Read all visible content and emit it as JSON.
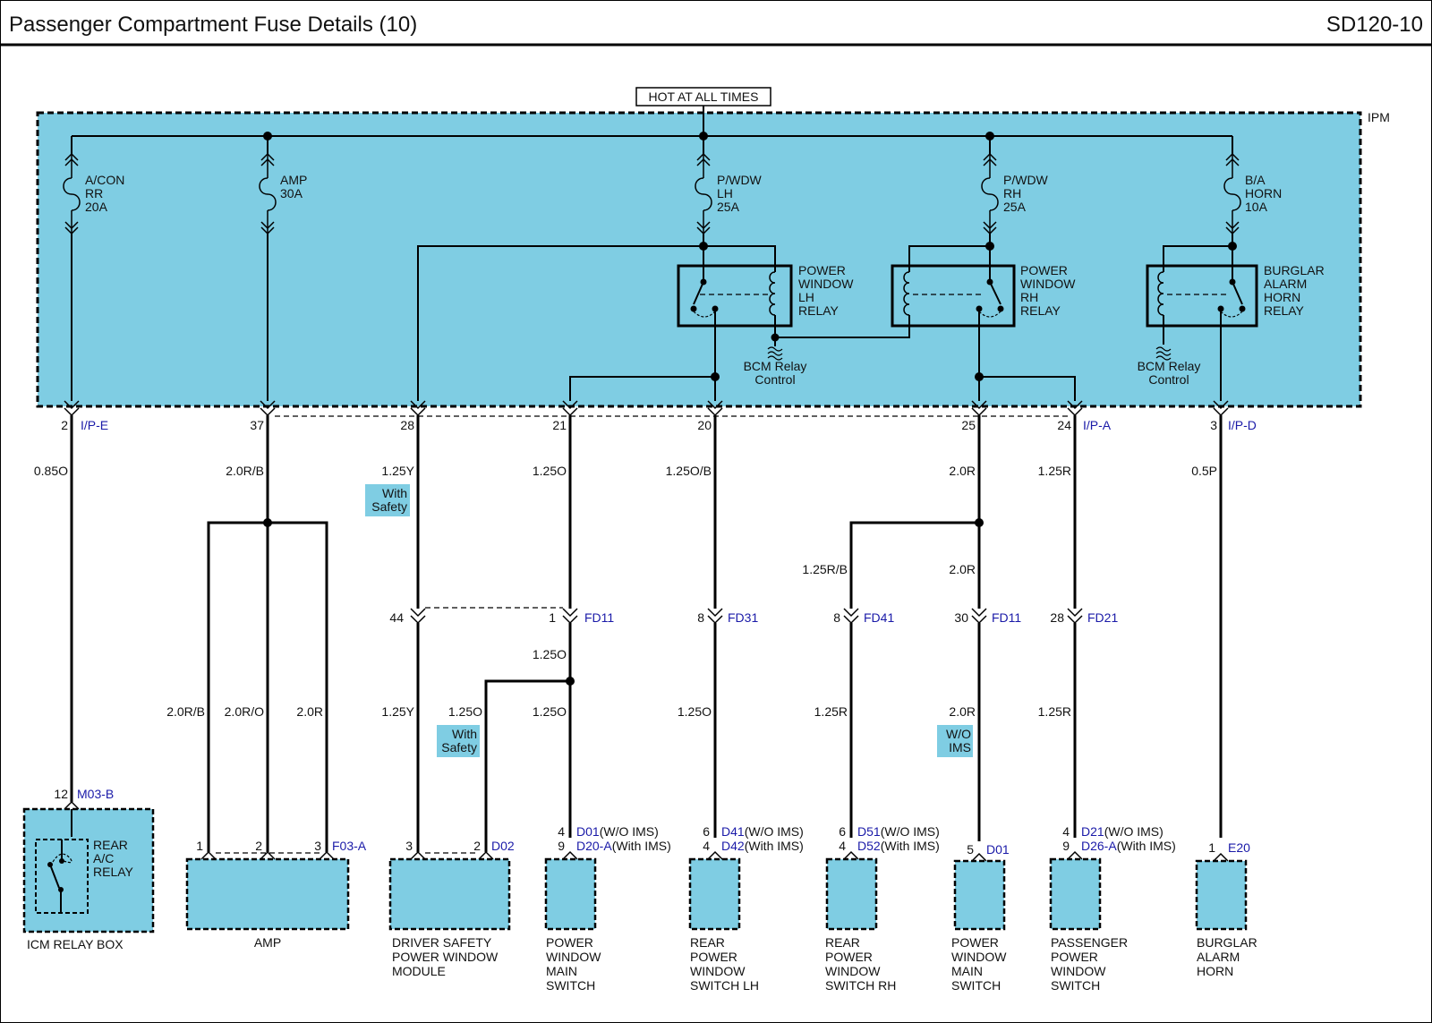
{
  "header": {
    "title": "Passenger Compartment Fuse Details (10)",
    "code": "SD120-10"
  },
  "power_source": "HOT AT ALL TIMES",
  "ipm_label": "IPM",
  "fuses": [
    {
      "l1": "A/CON",
      "l2": "RR",
      "l3": "20A"
    },
    {
      "l1": "AMP",
      "l2": "30A",
      "l3": ""
    },
    {
      "l1": "P/WDW",
      "l2": "LH",
      "l3": "25A"
    },
    {
      "l1": "P/WDW",
      "l2": "RH",
      "l3": "25A"
    },
    {
      "l1": "B/A",
      "l2": "HORN",
      "l3": "10A"
    }
  ],
  "relays": [
    {
      "l1": "POWER",
      "l2": "WINDOW",
      "l3": "LH",
      "l4": "RELAY"
    },
    {
      "l1": "POWER",
      "l2": "WINDOW",
      "l3": "RH",
      "l4": "RELAY"
    },
    {
      "l1": "BURGLAR",
      "l2": "ALARM",
      "l3": "HORN",
      "l4": "RELAY"
    }
  ],
  "bcm": {
    "l1": "BCM Relay",
    "l2": "Control"
  },
  "ipm_pins": [
    "2",
    "37",
    "28",
    "21",
    "20",
    "25",
    "24",
    "3"
  ],
  "ipm_connectors": [
    "I/P-E",
    "I/P-A",
    "I/P-D"
  ],
  "wires_upper": [
    "0.85O",
    "2.0R/B",
    "1.25Y",
    "1.25O",
    "1.25O/B",
    "2.0R",
    "1.25R",
    "0.5P"
  ],
  "notes": {
    "with_l1": "With",
    "with_l2": "Safety",
    "wo_l1": "W/O",
    "wo_l2": "IMS"
  },
  "mid_wires": {
    "rb": "1.25R/B",
    "r": "2.0R"
  },
  "fd_connectors": [
    {
      "pin": "44",
      "name": ""
    },
    {
      "pin": "1",
      "name": "FD11"
    },
    {
      "pin": "8",
      "name": "FD31"
    },
    {
      "pin": "8",
      "name": "FD41"
    },
    {
      "pin": "30",
      "name": "FD11"
    },
    {
      "pin": "28",
      "name": "FD21"
    }
  ],
  "wires_lower": [
    "2.0R/B",
    "2.0R/O",
    "2.0R",
    "1.25Y",
    "1.25O",
    "1.25O",
    "1.25O",
    "1.25R",
    "2.0R",
    "1.25R"
  ],
  "wire_sw_upper": "1.25O",
  "icm": {
    "pin": "12",
    "connector": "M03-B",
    "relay_l1": "REAR",
    "relay_l2": "A/C",
    "relay_l3": "RELAY",
    "name": "ICM RELAY BOX"
  },
  "amp": {
    "p1": "1",
    "p2": "2",
    "p3": "3",
    "connector": "F03-A",
    "name": "AMP"
  },
  "dspwm": {
    "p1": "3",
    "p2": "2",
    "connector": "D02",
    "l1": "DRIVER SAFETY",
    "l2": "POWER WINDOW",
    "l3": "MODULE"
  },
  "components": [
    {
      "pin1": "4",
      "pin2": "9",
      "conn1": "D01",
      "note1": "(W/O IMS)",
      "conn2": "D20-A",
      "note2": "(With IMS)",
      "l1": "POWER",
      "l2": "WINDOW",
      "l3": "MAIN",
      "l4": "SWITCH"
    },
    {
      "pin1": "6",
      "pin2": "4",
      "conn1": "D41",
      "note1": "(W/O IMS)",
      "conn2": "D42",
      "note2": "(With IMS)",
      "l1": "REAR",
      "l2": "POWER",
      "l3": "WINDOW",
      "l4": "SWITCH LH"
    },
    {
      "pin1": "6",
      "pin2": "4",
      "conn1": "D51",
      "note1": "(W/O IMS)",
      "conn2": "D52",
      "note2": "(With IMS)",
      "l1": "REAR",
      "l2": "POWER",
      "l3": "WINDOW",
      "l4": "SWITCH RH"
    },
    {
      "pin1": "5",
      "pin2": "",
      "conn1": "D01",
      "note1": "",
      "conn2": "",
      "note2": "",
      "l1": "POWER",
      "l2": "WINDOW",
      "l3": "MAIN",
      "l4": "SWITCH"
    },
    {
      "pin1": "4",
      "pin2": "9",
      "conn1": "D21",
      "note1": "(W/O IMS)",
      "conn2": "D26-A",
      "note2": "(With IMS)",
      "l1": "PASSENGER",
      "l2": "POWER",
      "l3": "WINDOW",
      "l4": "SWITCH"
    },
    {
      "pin1": "1",
      "pin2": "",
      "conn1": "E20",
      "note1": "",
      "conn2": "",
      "note2": "",
      "l1": "BURGLAR",
      "l2": "ALARM",
      "l3": "HORN",
      "l4": ""
    }
  ],
  "colors": {
    "module_fill": "#7fcde3",
    "connector_text": "#1a1aa8",
    "line": "#000000"
  }
}
